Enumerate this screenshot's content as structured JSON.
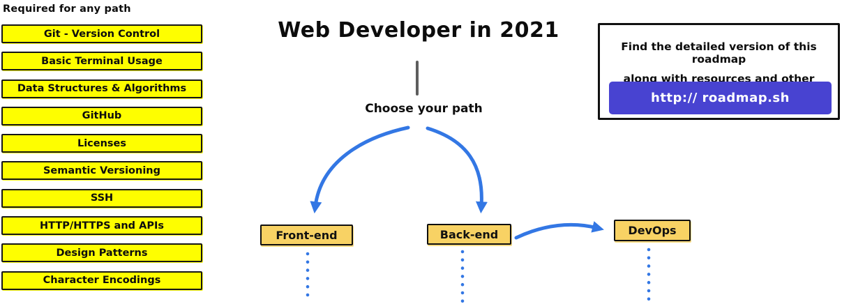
{
  "page_title": "Web Developer in 2021",
  "sidebar": {
    "heading": "Required for any path",
    "items": [
      "Git - Version Control",
      "Basic Terminal Usage",
      "Data Structures & Algorithms",
      "GitHub",
      "Licenses",
      "Semantic Versioning",
      "SSH",
      "HTTP/HTTPS and APIs",
      "Design Patterns",
      "Character Encodings"
    ]
  },
  "center": {
    "title": "Web Developer in 2021",
    "choose_label": "Choose your path",
    "paths": [
      {
        "label": "Front-end"
      },
      {
        "label": "Back-end"
      },
      {
        "label": "DevOps"
      }
    ]
  },
  "info_box": {
    "line1": "Find the detailed version of this roadmap",
    "line2": "along with resources and other roadmaps",
    "button_label": "http:// roadmap.sh"
  },
  "colors": {
    "accent-blue": "#3377E4",
    "highlight-yellow": "#FEFE00",
    "path-gold": "#F8D264",
    "brand-purple": "#4843D1",
    "border-dark": "#161616",
    "line-gray": "#5E5E5E"
  }
}
